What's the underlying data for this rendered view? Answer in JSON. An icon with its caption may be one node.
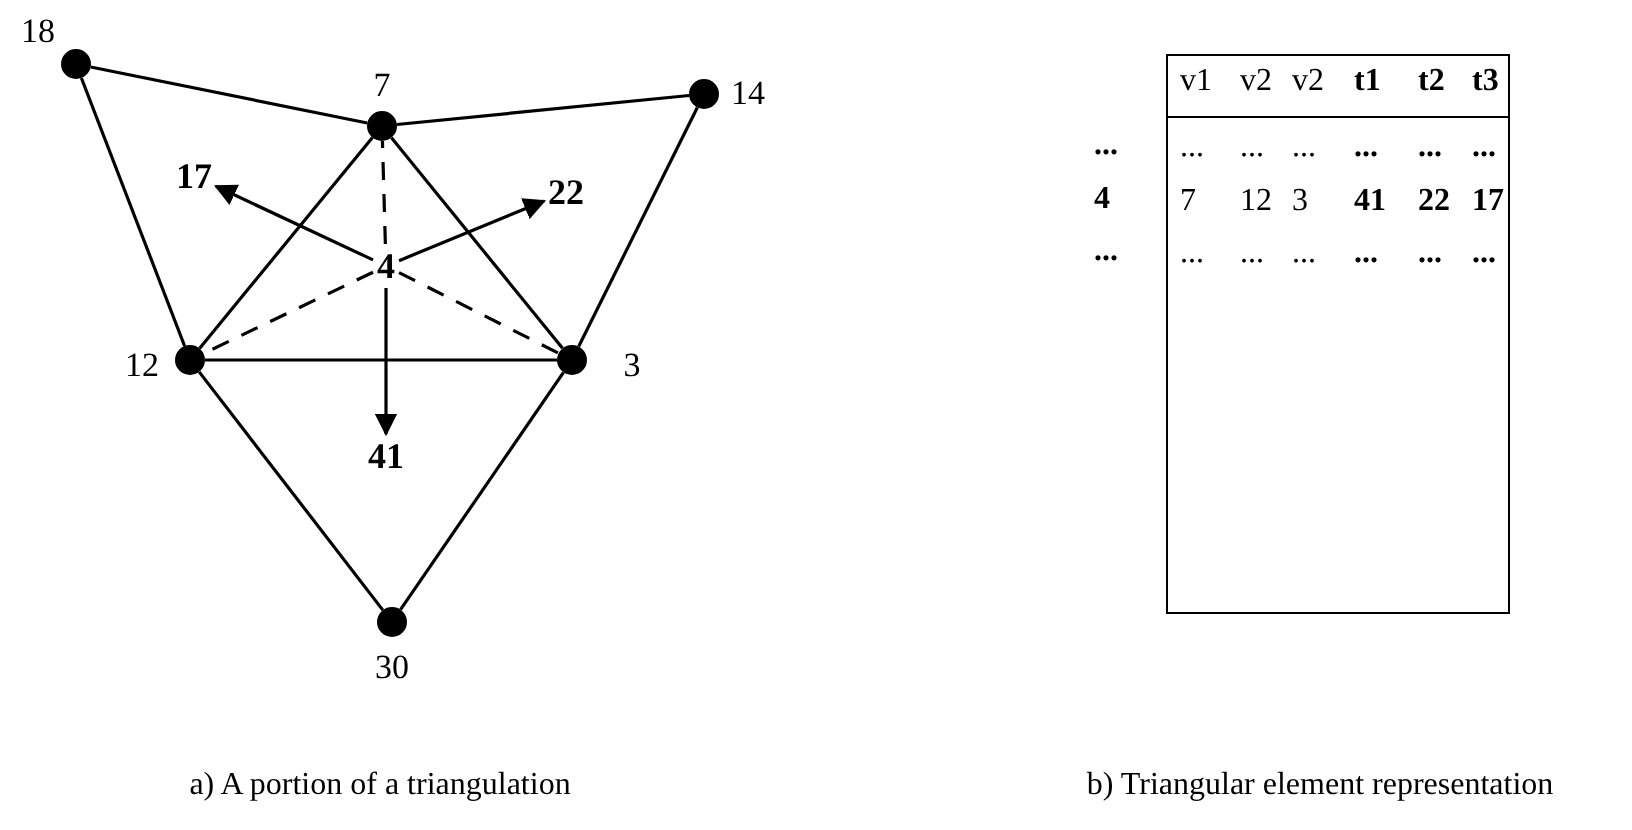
{
  "diagram": {
    "nodes": [
      {
        "text": [],
        "shape": "circle",
        "beside": [
          "18"
        ]
      },
      {
        "text": [],
        "shape": "circle",
        "beside": [
          "7"
        ]
      },
      {
        "text": [],
        "shape": "circle",
        "beside": [
          "14"
        ]
      },
      {
        "text": [
          "17"
        ]
      },
      {
        "text": [
          "22"
        ]
      },
      {
        "text": [
          "4"
        ]
      },
      {
        "text": [],
        "shape": "circle",
        "beside": [
          "12"
        ]
      },
      {
        "text": [],
        "shape": "circle",
        "beside": [
          "3"
        ]
      },
      {
        "text": [
          "41"
        ]
      },
      {
        "text": [],
        "shape": "circle",
        "beside": [
          "30"
        ]
      }
    ],
    "edges": [
      {
        "from": 0,
        "to": 1,
        "arrow": "none"
      },
      {
        "from": 1,
        "to": 2,
        "arrow": "none"
      },
      {
        "from": 0,
        "to": 6,
        "arrow": "none"
      },
      {
        "from": 2,
        "to": 7,
        "arrow": "none"
      },
      {
        "from": 1,
        "to": 6,
        "arrow": "none"
      },
      {
        "from": 1,
        "to": 7,
        "arrow": "none"
      },
      {
        "from": 6,
        "to": 7,
        "arrow": "none"
      },
      {
        "from": 6,
        "to": 9,
        "arrow": "none"
      },
      {
        "from": 7,
        "to": 9,
        "arrow": "none"
      },
      {
        "from": 5,
        "to": 3,
        "arrow": "to"
      },
      {
        "from": 5,
        "to": 4,
        "arrow": "to"
      },
      {
        "from": 5,
        "to": 8,
        "arrow": "to"
      },
      {
        "from": 5,
        "to": 1,
        "arrow": "none",
        "style": "dashed"
      },
      {
        "from": 5,
        "to": 6,
        "arrow": "none",
        "style": "dashed"
      },
      {
        "from": 5,
        "to": 7,
        "arrow": "none",
        "style": "dashed"
      }
    ],
    "labels": [
      "v1",
      "v2",
      "v2",
      "t1",
      "t2",
      "t3",
      "...",
      "...",
      "...",
      "...",
      "...",
      "...",
      "...",
      "4",
      "7",
      "12",
      "3",
      "41",
      "22",
      "17",
      "...",
      "...",
      "...",
      "...",
      "...",
      "...",
      "...",
      "a) A portion of a triangulation",
      "b) Triangular element representation"
    ]
  }
}
